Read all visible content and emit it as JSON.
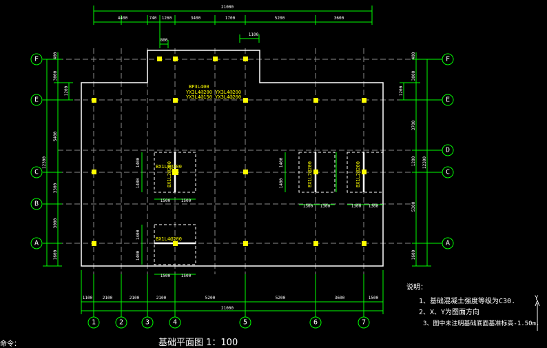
{
  "colors": {
    "background": "#000000",
    "grid": "#00ff00",
    "outline": "#ffffff",
    "axis_line": "#8c8c8c",
    "column": "#ffff00",
    "text": "#ffffff"
  },
  "dims": {
    "top_total": "21000",
    "top_row": [
      "4400",
      "740",
      "1260",
      "3400",
      "1700",
      "5200",
      "3600"
    ],
    "top_detail_left": "800",
    "top_detail_right": "1100",
    "bottom_total": "21000",
    "bottom_row": [
      "1100",
      "2100",
      "2100",
      "2100",
      "5200",
      "5200",
      "3600",
      "1500"
    ],
    "left_total": "12300",
    "left_row": [
      "400",
      "3000",
      "1200",
      "5400",
      "3300",
      "3000",
      "1600"
    ],
    "right_total": "12300",
    "right_row": [
      "400",
      "3000",
      "1200",
      "3700",
      "1200",
      "5300",
      "1600"
    ],
    "footing_w": [
      "1500",
      "1500",
      "1300",
      "1300",
      "1300",
      "1300"
    ],
    "footing_h": [
      "1400",
      "1400",
      "1400",
      "1400",
      "1400",
      "1400"
    ]
  },
  "axes": {
    "rows_left": [
      "F",
      "E",
      "C",
      "B",
      "A"
    ],
    "rows_right": [
      "F",
      "E",
      "D",
      "C",
      "A"
    ],
    "cols": [
      "1",
      "2",
      "3",
      "4",
      "5",
      "6",
      "7"
    ]
  },
  "labels": {
    "bp1": "BP3L400",
    "bp2": "YX3L4@200 YX3L4@200",
    "bp3": "YX3L4@150 YX3L4@200",
    "f1": "BX1L4@200",
    "f2": "BX1L2@200",
    "f3": "BX1L2@200",
    "f4": "BX1L2@200",
    "f5": "BX1L4@200"
  },
  "notes": {
    "title": "说明：",
    "n1": "1、基础混凝土强度等级为C30.",
    "n2": "2、X、Y为图面方向",
    "n3": "3、图中未注明基础底面基准标高-1.50m."
  },
  "bottom_title": "基础平面图  1：100",
  "cmd": "命令：",
  "y_label": "Y"
}
